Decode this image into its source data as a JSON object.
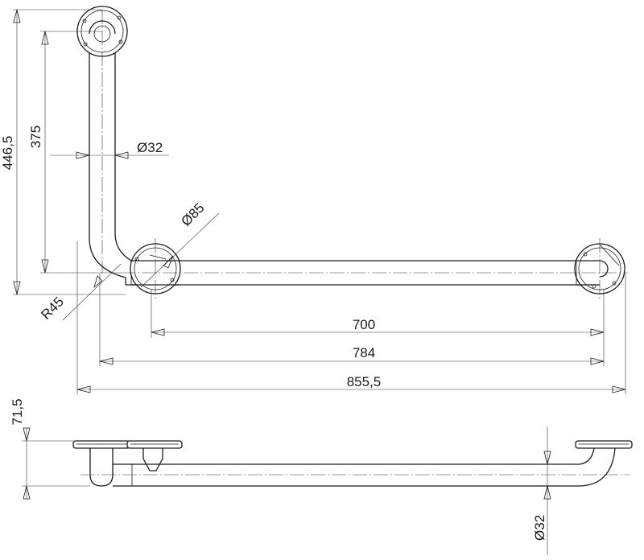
{
  "dimensions": {
    "overall_height": "446,5",
    "vertical_arm": "375",
    "tube_diameter_top": "32",
    "flange_diameter": "85",
    "bend_radius": "R45",
    "centers_700": "700",
    "centers_784": "784",
    "overall_length": "855,5",
    "projection": "71,5",
    "tube_diameter_side": "32"
  },
  "symbols": {
    "diameter": "Ø"
  }
}
